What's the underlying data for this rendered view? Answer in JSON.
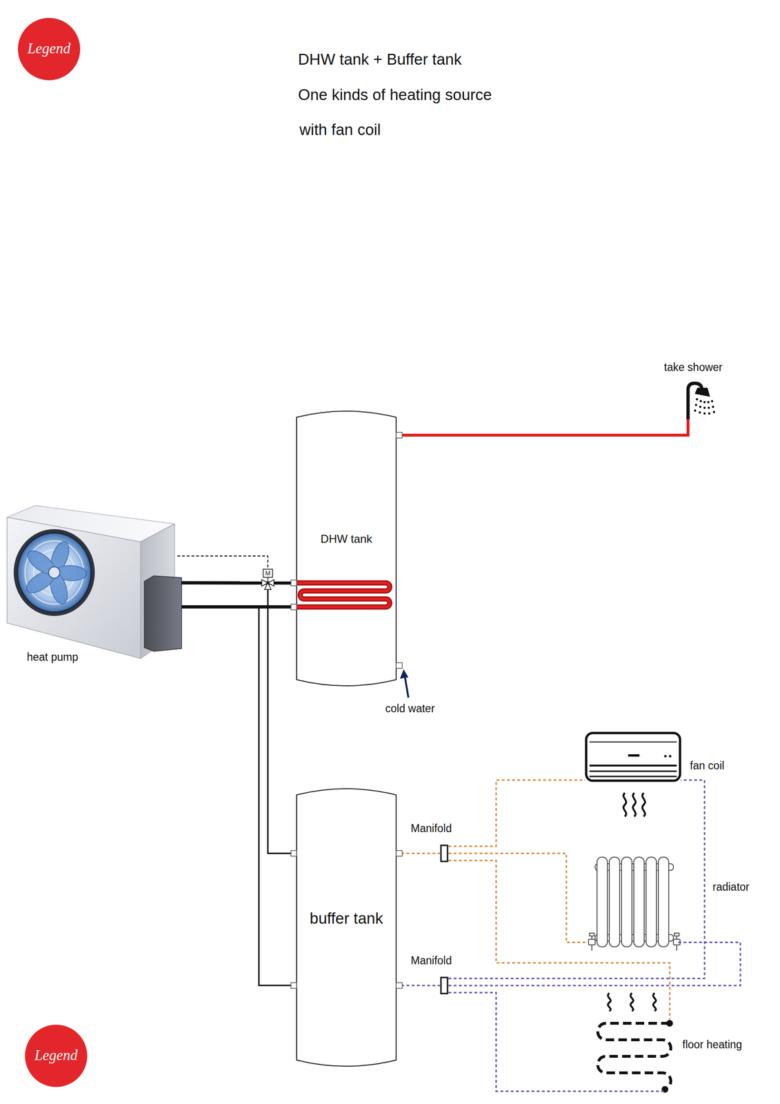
{
  "diagram": {
    "title": "DHW tank + Buffer tank",
    "nodes": [
      {
        "text": [
          "DHW tank"
        ]
      },
      {
        "text": [
          "buffer tank"
        ]
      },
      {
        "text": [
          "heat pump"
        ]
      },
      {
        "text": [
          "take shower"
        ]
      },
      {
        "text": [
          "Manifold"
        ]
      },
      {
        "text": [
          "Manifold"
        ]
      },
      {
        "text": [
          "fan coil"
        ]
      },
      {
        "text": [
          "radiator"
        ]
      },
      {
        "text": [
          "floor heating"
        ]
      }
    ],
    "edges": [
      {
        "from": 2,
        "to": 0,
        "arrow": "none"
      },
      {
        "from": 0,
        "to": 2,
        "arrow": "none"
      },
      {
        "from": 2,
        "to": 1,
        "arrow": "none"
      },
      {
        "from": 1,
        "to": 2,
        "arrow": "none"
      },
      {
        "from": 0,
        "to": 3,
        "arrow": "none"
      },
      {
        "from": 1,
        "to": 4,
        "arrow": "none"
      },
      {
        "from": 1,
        "to": 5,
        "arrow": "none"
      },
      {
        "from": 4,
        "to": 6,
        "arrow": "none"
      },
      {
        "from": 4,
        "to": 7,
        "arrow": "none"
      },
      {
        "from": 4,
        "to": 8,
        "arrow": "none"
      },
      {
        "from": 5,
        "to": 6,
        "arrow": "none"
      },
      {
        "from": 5,
        "to": 7,
        "arrow": "none"
      },
      {
        "from": 5,
        "to": 8,
        "arrow": "none"
      }
    ],
    "labels": [
      "One kinds of heating source",
      "with fan coil",
      "cold water",
      "M",
      "Legend",
      "Legend"
    ]
  }
}
